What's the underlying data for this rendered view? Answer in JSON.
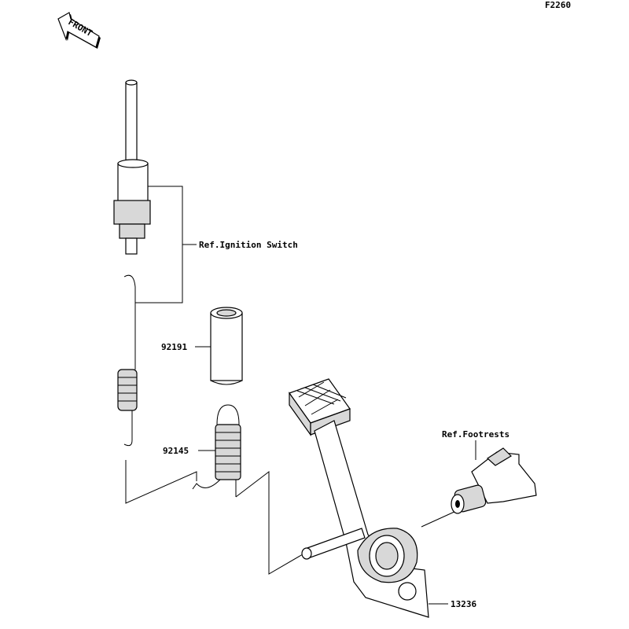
{
  "diagram": {
    "figure_code": "F2260",
    "front_arrow_label": "FRONT",
    "labels": {
      "ignition_ref": "Ref.Ignition Switch",
      "collar": "92191",
      "spring": "92145",
      "footrests_ref": "Ref.Footrests",
      "pedal": "13236"
    }
  }
}
